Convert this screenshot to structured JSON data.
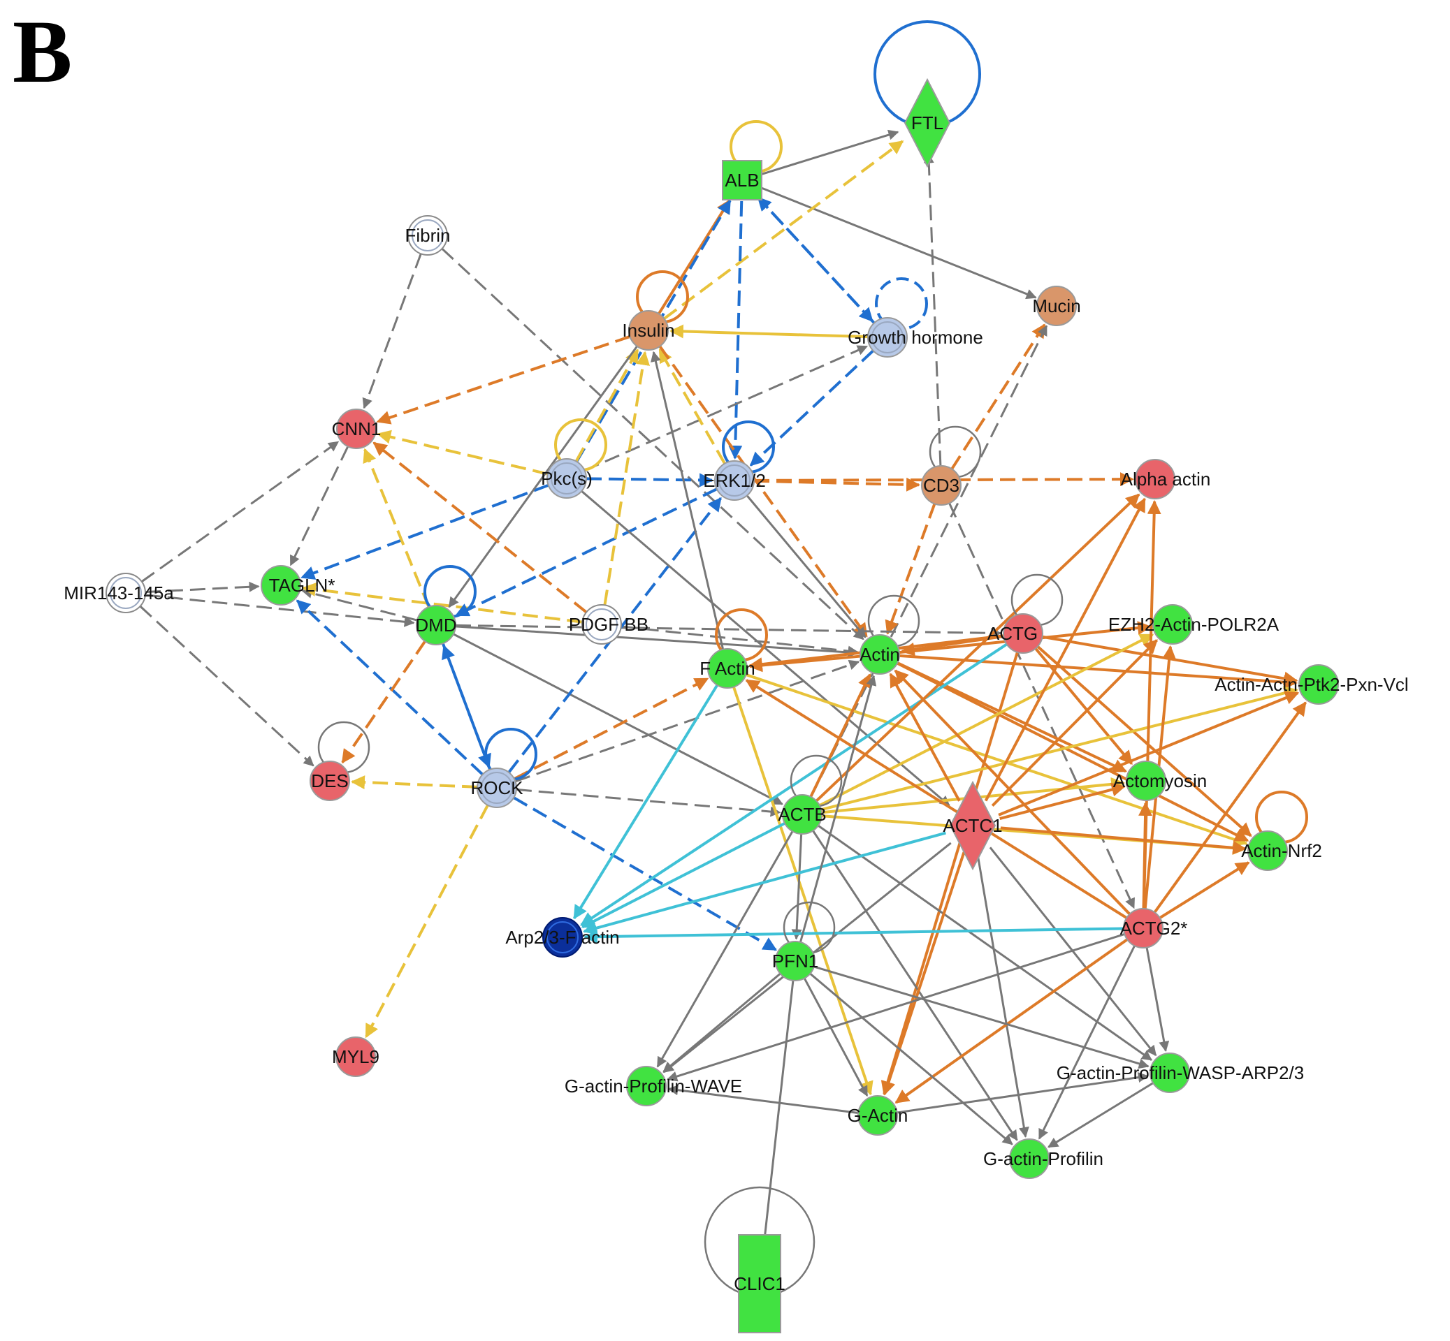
{
  "figure": {
    "panel_letter": "B"
  },
  "legend_colors": {
    "gray": "#777777",
    "yellow": "#e8c23a",
    "orange": "#dd7a28",
    "blue": "#1f6fd0",
    "cyan": "#3fc1d6",
    "node_green": "#41e241",
    "node_red": "#e8646a",
    "node_tan": "#d9966a",
    "node_lightblue": "#b7c9e8",
    "node_navy": "#0b2f9a",
    "node_white": "#ffffff"
  },
  "nodes": [
    {
      "id": "FTL",
      "label": "FTL",
      "shape": "diamond",
      "color": "node_green"
    },
    {
      "id": "ALB",
      "label": "ALB",
      "shape": "square",
      "color": "node_green"
    },
    {
      "id": "Fibrin",
      "label": "Fibrin",
      "shape": "circle",
      "color": "node_white"
    },
    {
      "id": "Mucin",
      "label": "Mucin",
      "shape": "circle",
      "color": "node_tan"
    },
    {
      "id": "Insulin",
      "label": "Insulin",
      "shape": "circle",
      "color": "node_tan"
    },
    {
      "id": "GH",
      "label": "Growth hormone",
      "shape": "circle",
      "color": "node_lightblue"
    },
    {
      "id": "CNN1",
      "label": "CNN1",
      "shape": "circle",
      "color": "node_red"
    },
    {
      "id": "Pkc",
      "label": "Pkc(s)",
      "shape": "circle",
      "color": "node_lightblue"
    },
    {
      "id": "ERK",
      "label": "ERK1/2",
      "shape": "circle",
      "color": "node_lightblue"
    },
    {
      "id": "CD3",
      "label": "CD3",
      "shape": "circle",
      "color": "node_tan"
    },
    {
      "id": "AlphaActin",
      "label": "Alpha actin",
      "shape": "circle",
      "color": "node_red"
    },
    {
      "id": "MIR",
      "label": "MIR143-145a",
      "shape": "circle",
      "color": "node_white"
    },
    {
      "id": "TAGLN",
      "label": "TAGLN*",
      "shape": "circle",
      "color": "node_green"
    },
    {
      "id": "DMD",
      "label": "DMD",
      "shape": "circle",
      "color": "node_green"
    },
    {
      "id": "PDGF",
      "label": "PDGF BB",
      "shape": "circle",
      "color": "node_white"
    },
    {
      "id": "FActin",
      "label": "F Actin",
      "shape": "circle",
      "color": "node_green"
    },
    {
      "id": "Actin",
      "label": "Actin",
      "shape": "circle",
      "color": "node_green"
    },
    {
      "id": "ACTG",
      "label": "ACTG",
      "shape": "circle",
      "color": "node_red"
    },
    {
      "id": "EZH2",
      "label": "EZH2-Actin-POLR2A",
      "shape": "circle",
      "color": "node_green"
    },
    {
      "id": "AAP",
      "label": "Actin-Actn-Ptk2-Pxn-Vcl",
      "shape": "circle",
      "color": "node_green"
    },
    {
      "id": "DES",
      "label": "DES",
      "shape": "circle",
      "color": "node_red"
    },
    {
      "id": "ROCK",
      "label": "ROCK",
      "shape": "circle",
      "color": "node_lightblue"
    },
    {
      "id": "Actomyosin",
      "label": "Actomyosin",
      "shape": "circle",
      "color": "node_green"
    },
    {
      "id": "ACTB",
      "label": "ACTB",
      "shape": "circle",
      "color": "node_green"
    },
    {
      "id": "ACTC1",
      "label": "ACTC1",
      "shape": "diamond",
      "color": "node_red"
    },
    {
      "id": "ActinNrf2",
      "label": "Actin-Nrf2",
      "shape": "circle",
      "color": "node_green"
    },
    {
      "id": "Arp23",
      "label": "Arp2/3-F actin",
      "shape": "circle",
      "color": "node_navy"
    },
    {
      "id": "ACTG2",
      "label": "ACTG2*",
      "shape": "circle",
      "color": "node_red"
    },
    {
      "id": "PFN1",
      "label": "PFN1",
      "shape": "circle",
      "color": "node_green"
    },
    {
      "id": "MYL9",
      "label": "MYL9",
      "shape": "circle",
      "color": "node_red"
    },
    {
      "id": "GAPW",
      "label": "G-actin-Profilin-WAVE",
      "shape": "circle",
      "color": "node_green"
    },
    {
      "id": "GAPWA",
      "label": "G-actin-Profilin-WASP-ARP2/3",
      "shape": "circle",
      "color": "node_green"
    },
    {
      "id": "GActin",
      "label": "G-Actin",
      "shape": "circle",
      "color": "node_green"
    },
    {
      "id": "GAP",
      "label": "G-actin-Profilin",
      "shape": "circle",
      "color": "node_green"
    },
    {
      "id": "CLIC1",
      "label": "CLIC1",
      "shape": "rect",
      "color": "node_green"
    }
  ],
  "edges": [
    {
      "from": "ALB",
      "to": "FTL",
      "color": "gray",
      "dashed": false
    },
    {
      "from": "ALB",
      "to": "Mucin",
      "color": "gray",
      "dashed": false
    },
    {
      "from": "Insulin",
      "to": "FTL",
      "color": "yellow",
      "dashed": true
    },
    {
      "from": "Insulin",
      "to": "ALB",
      "color": "orange",
      "dashed": false
    },
    {
      "from": "ALB",
      "to": "GH",
      "color": "blue",
      "dashed": true
    },
    {
      "from": "GH",
      "to": "ALB",
      "color": "blue",
      "dashed": true
    },
    {
      "from": "ALB",
      "to": "ERK",
      "color": "blue",
      "dashed": true
    },
    {
      "from": "Pkc",
      "to": "ALB",
      "color": "blue",
      "dashed": true
    },
    {
      "from": "GH",
      "to": "Insulin",
      "color": "yellow",
      "dashed": false
    },
    {
      "from": "Fibrin",
      "to": "CNN1",
      "color": "gray",
      "dashed": true
    },
    {
      "from": "Fibrin",
      "to": "Actin",
      "color": "gray",
      "dashed": true
    },
    {
      "from": "Insulin",
      "to": "CNN1",
      "color": "orange",
      "dashed": true
    },
    {
      "from": "Pkc",
      "to": "CNN1",
      "color": "yellow",
      "dashed": true
    },
    {
      "from": "Pkc",
      "to": "ERK",
      "color": "blue",
      "dashed": true
    },
    {
      "from": "Pkc",
      "to": "GH",
      "color": "gray",
      "dashed": true
    },
    {
      "from": "Pkc",
      "to": "Insulin",
      "color": "yellow",
      "dashed": true
    },
    {
      "from": "ERK",
      "to": "Insulin",
      "color": "yellow",
      "dashed": true
    },
    {
      "from": "GH",
      "to": "ERK",
      "color": "blue",
      "dashed": true
    },
    {
      "from": "Insulin",
      "to": "Actin",
      "color": "orange",
      "dashed": true
    },
    {
      "from": "ERK",
      "to": "CD3",
      "color": "orange",
      "dashed": true
    },
    {
      "from": "ERK",
      "to": "AlphaActin",
      "color": "orange",
      "dashed": true
    },
    {
      "from": "CD3",
      "to": "FTL",
      "color": "gray",
      "dashed": true
    },
    {
      "from": "CD3",
      "to": "Mucin",
      "color": "orange",
      "dashed": true
    },
    {
      "from": "ACTB",
      "to": "Mucin",
      "color": "gray",
      "dashed": true
    },
    {
      "from": "CD3",
      "to": "Actin",
      "color": "orange",
      "dashed": true
    },
    {
      "from": "CD3",
      "to": "ACTG2",
      "color": "gray",
      "dashed": true
    },
    {
      "from": "MIR",
      "to": "CNN1",
      "color": "gray",
      "dashed": true
    },
    {
      "from": "MIR",
      "to": "TAGLN",
      "color": "gray",
      "dashed": true
    },
    {
      "from": "MIR",
      "to": "DMD",
      "color": "gray",
      "dashed": true
    },
    {
      "from": "MIR",
      "to": "DES",
      "color": "gray",
      "dashed": true
    },
    {
      "from": "CNN1",
      "to": "TAGLN",
      "color": "gray",
      "dashed": true
    },
    {
      "from": "Pkc",
      "to": "TAGLN",
      "color": "blue",
      "dashed": true
    },
    {
      "from": "ROCK",
      "to": "TAGLN",
      "color": "blue",
      "dashed": true
    },
    {
      "from": "DMD",
      "to": "TAGLN",
      "color": "gray",
      "dashed": true
    },
    {
      "from": "PDGF",
      "to": "TAGLN",
      "color": "yellow",
      "dashed": true
    },
    {
      "from": "DMD",
      "to": "CNN1",
      "color": "yellow",
      "dashed": true
    },
    {
      "from": "ERK",
      "to": "DMD",
      "color": "blue",
      "dashed": true
    },
    {
      "from": "Insulin",
      "to": "DMD",
      "color": "gray",
      "dashed": false
    },
    {
      "from": "DMD",
      "to": "ROCK",
      "color": "blue",
      "dashed": true
    },
    {
      "from": "ROCK",
      "to": "DMD",
      "color": "blue",
      "dashed": true
    },
    {
      "from": "DMD",
      "to": "DES",
      "color": "orange",
      "dashed": true
    },
    {
      "from": "DMD",
      "to": "Actin",
      "color": "gray",
      "dashed": false
    },
    {
      "from": "DMD",
      "to": "ACTG",
      "color": "gray",
      "dashed": true
    },
    {
      "from": "DMD",
      "to": "ACTB",
      "color": "gray",
      "dashed": false
    },
    {
      "from": "PDGF",
      "to": "Insulin",
      "color": "yellow",
      "dashed": true
    },
    {
      "from": "PDGF",
      "to": "CNN1",
      "color": "orange",
      "dashed": true
    },
    {
      "from": "PDGF",
      "to": "Actin",
      "color": "gray",
      "dashed": true
    },
    {
      "from": "ROCK",
      "to": "ERK",
      "color": "blue",
      "dashed": true
    },
    {
      "from": "ROCK",
      "to": "DES",
      "color": "yellow",
      "dashed": true
    },
    {
      "from": "ROCK",
      "to": "MYL9",
      "color": "yellow",
      "dashed": true
    },
    {
      "from": "ROCK",
      "to": "FActin",
      "color": "orange",
      "dashed": true
    },
    {
      "from": "ROCK",
      "to": "Actin",
      "color": "gray",
      "dashed": true
    },
    {
      "from": "ROCK",
      "to": "ACTB",
      "color": "gray",
      "dashed": true
    },
    {
      "from": "ROCK",
      "to": "PFN1",
      "color": "blue",
      "dashed": true
    },
    {
      "from": "Pkc",
      "to": "ACTC1",
      "color": "gray",
      "dashed": false
    },
    {
      "from": "ERK",
      "to": "Actin",
      "color": "gray",
      "dashed": false
    },
    {
      "from": "FActin",
      "to": "Insulin",
      "color": "gray",
      "dashed": false
    },
    {
      "from": "FActin",
      "to": "Arp23",
      "color": "cyan",
      "dashed": false
    },
    {
      "from": "FActin",
      "to": "GActin",
      "color": "yellow",
      "dashed": false
    },
    {
      "from": "FActin",
      "to": "ActinNrf2",
      "color": "yellow",
      "dashed": false
    },
    {
      "from": "Actin",
      "to": "FActin",
      "color": "orange",
      "dashed": false
    },
    {
      "from": "Actin",
      "to": "EZH2",
      "color": "orange",
      "dashed": false
    },
    {
      "from": "Actin",
      "to": "AAP",
      "color": "orange",
      "dashed": false
    },
    {
      "from": "Actin",
      "to": "Actomyosin",
      "color": "orange",
      "dashed": false
    },
    {
      "from": "Actin",
      "to": "ActinNrf2",
      "color": "orange",
      "dashed": false
    },
    {
      "from": "ACTG",
      "to": "Actin",
      "color": "orange",
      "dashed": false
    },
    {
      "from": "ACTG",
      "to": "FActin",
      "color": "orange",
      "dashed": false
    },
    {
      "from": "ACTG",
      "to": "Actomyosin",
      "color": "orange",
      "dashed": false
    },
    {
      "from": "ACTG",
      "to": "ActinNrf2",
      "color": "orange",
      "dashed": false
    },
    {
      "from": "ACTG",
      "to": "AAP",
      "color": "orange",
      "dashed": false
    },
    {
      "from": "ACTG",
      "to": "Arp23",
      "color": "cyan",
      "dashed": false
    },
    {
      "from": "ACTG",
      "to": "GActin",
      "color": "orange",
      "dashed": false
    },
    {
      "from": "ACTB",
      "to": "AlphaActin",
      "color": "orange",
      "dashed": false
    },
    {
      "from": "ACTB",
      "to": "EZH2",
      "color": "yellow",
      "dashed": false
    },
    {
      "from": "ACTB",
      "to": "AAP",
      "color": "yellow",
      "dashed": false
    },
    {
      "from": "ACTB",
      "to": "Actomyosin",
      "color": "yellow",
      "dashed": false
    },
    {
      "from": "ACTB",
      "to": "ActinNrf2",
      "color": "yellow",
      "dashed": false
    },
    {
      "from": "ACTB",
      "to": "Actin",
      "color": "orange",
      "dashed": false
    },
    {
      "from": "ACTB",
      "to": "Arp23",
      "color": "cyan",
      "dashed": false
    },
    {
      "from": "ACTB",
      "to": "PFN1",
      "color": "gray",
      "dashed": false
    },
    {
      "from": "ACTB",
      "to": "GAPW",
      "color": "gray",
      "dashed": false
    },
    {
      "from": "ACTB",
      "to": "GAPWA",
      "color": "gray",
      "dashed": false
    },
    {
      "from": "ACTB",
      "to": "GAP",
      "color": "gray",
      "dashed": false
    },
    {
      "from": "ACTC1",
      "to": "AlphaActin",
      "color": "orange",
      "dashed": false
    },
    {
      "from": "ACTC1",
      "to": "Actin",
      "color": "orange",
      "dashed": false
    },
    {
      "from": "ACTC1",
      "to": "EZH2",
      "color": "orange",
      "dashed": false
    },
    {
      "from": "ACTC1",
      "to": "AAP",
      "color": "orange",
      "dashed": false
    },
    {
      "from": "ACTC1",
      "to": "ActinNrf2",
      "color": "orange",
      "dashed": false
    },
    {
      "from": "ACTC1",
      "to": "Actomyosin",
      "color": "orange",
      "dashed": false
    },
    {
      "from": "ACTC1",
      "to": "Arp23",
      "color": "cyan",
      "dashed": false
    },
    {
      "from": "ACTC1",
      "to": "GAPW",
      "color": "gray",
      "dashed": false
    },
    {
      "from": "ACTC1",
      "to": "GAPWA",
      "color": "gray",
      "dashed": false
    },
    {
      "from": "ACTC1",
      "to": "GAP",
      "color": "gray",
      "dashed": false
    },
    {
      "from": "ACTC1",
      "to": "GActin",
      "color": "orange",
      "dashed": false
    },
    {
      "from": "ACTG2",
      "to": "Actin",
      "color": "orange",
      "dashed": false
    },
    {
      "from": "ACTG2",
      "to": "FActin",
      "color": "orange",
      "dashed": false
    },
    {
      "from": "ACTG2",
      "to": "EZH2",
      "color": "orange",
      "dashed": false
    },
    {
      "from": "ACTG2",
      "to": "AAP",
      "color": "orange",
      "dashed": false
    },
    {
      "from": "ACTG2",
      "to": "Actomyosin",
      "color": "orange",
      "dashed": false
    },
    {
      "from": "ACTG2",
      "to": "ActinNrf2",
      "color": "orange",
      "dashed": false
    },
    {
      "from": "ACTG2",
      "to": "AlphaActin",
      "color": "orange",
      "dashed": false
    },
    {
      "from": "ACTG2",
      "to": "Arp23",
      "color": "cyan",
      "dashed": false
    },
    {
      "from": "ACTG2",
      "to": "GActin",
      "color": "orange",
      "dashed": false
    },
    {
      "from": "ACTG2",
      "to": "GAPW",
      "color": "gray",
      "dashed": false
    },
    {
      "from": "ACTG2",
      "to": "GAPWA",
      "color": "gray",
      "dashed": false
    },
    {
      "from": "ACTG2",
      "to": "GAP",
      "color": "gray",
      "dashed": false
    },
    {
      "from": "PFN1",
      "to": "Actin",
      "color": "gray",
      "dashed": false
    },
    {
      "from": "PFN1",
      "to": "GAPW",
      "color": "gray",
      "dashed": false
    },
    {
      "from": "PFN1",
      "to": "GAPWA",
      "color": "gray",
      "dashed": false
    },
    {
      "from": "PFN1",
      "to": "GAP",
      "color": "gray",
      "dashed": false
    },
    {
      "from": "PFN1",
      "to": "GActin",
      "color": "gray",
      "dashed": false
    },
    {
      "from": "GActin",
      "to": "GAPWA",
      "color": "gray",
      "dashed": false
    },
    {
      "from": "GActin",
      "to": "GAPW",
      "color": "gray",
      "dashed": false
    },
    {
      "from": "GAPWA",
      "to": "GAP",
      "color": "gray",
      "dashed": false
    },
    {
      "from": "PFN1",
      "to": "CLIC1",
      "color": "gray",
      "dashed": false
    }
  ],
  "loops": [
    {
      "node": "FTL",
      "color": "blue",
      "dashed": false
    },
    {
      "node": "ALB",
      "color": "yellow",
      "dashed": false
    },
    {
      "node": "Insulin",
      "color": "orange",
      "dashed": false
    },
    {
      "node": "GH",
      "color": "blue",
      "dashed": true
    },
    {
      "node": "Pkc",
      "color": "yellow",
      "dashed": false
    },
    {
      "node": "ERK",
      "color": "blue",
      "dashed": false
    },
    {
      "node": "CD3",
      "color": "gray",
      "dashed": false
    },
    {
      "node": "DMD",
      "color": "blue",
      "dashed": false
    },
    {
      "node": "FActin",
      "color": "orange",
      "dashed": false
    },
    {
      "node": "Actin",
      "color": "gray",
      "dashed": false
    },
    {
      "node": "ACTG",
      "color": "gray",
      "dashed": false
    },
    {
      "node": "DES",
      "color": "gray",
      "dashed": false
    },
    {
      "node": "ROCK",
      "color": "blue",
      "dashed": false
    },
    {
      "node": "ACTB",
      "color": "gray",
      "dashed": false
    },
    {
      "node": "ActinNrf2",
      "color": "orange",
      "dashed": false
    },
    {
      "node": "PFN1",
      "color": "gray",
      "dashed": false
    },
    {
      "node": "CLIC1",
      "color": "gray",
      "dashed": false
    }
  ]
}
